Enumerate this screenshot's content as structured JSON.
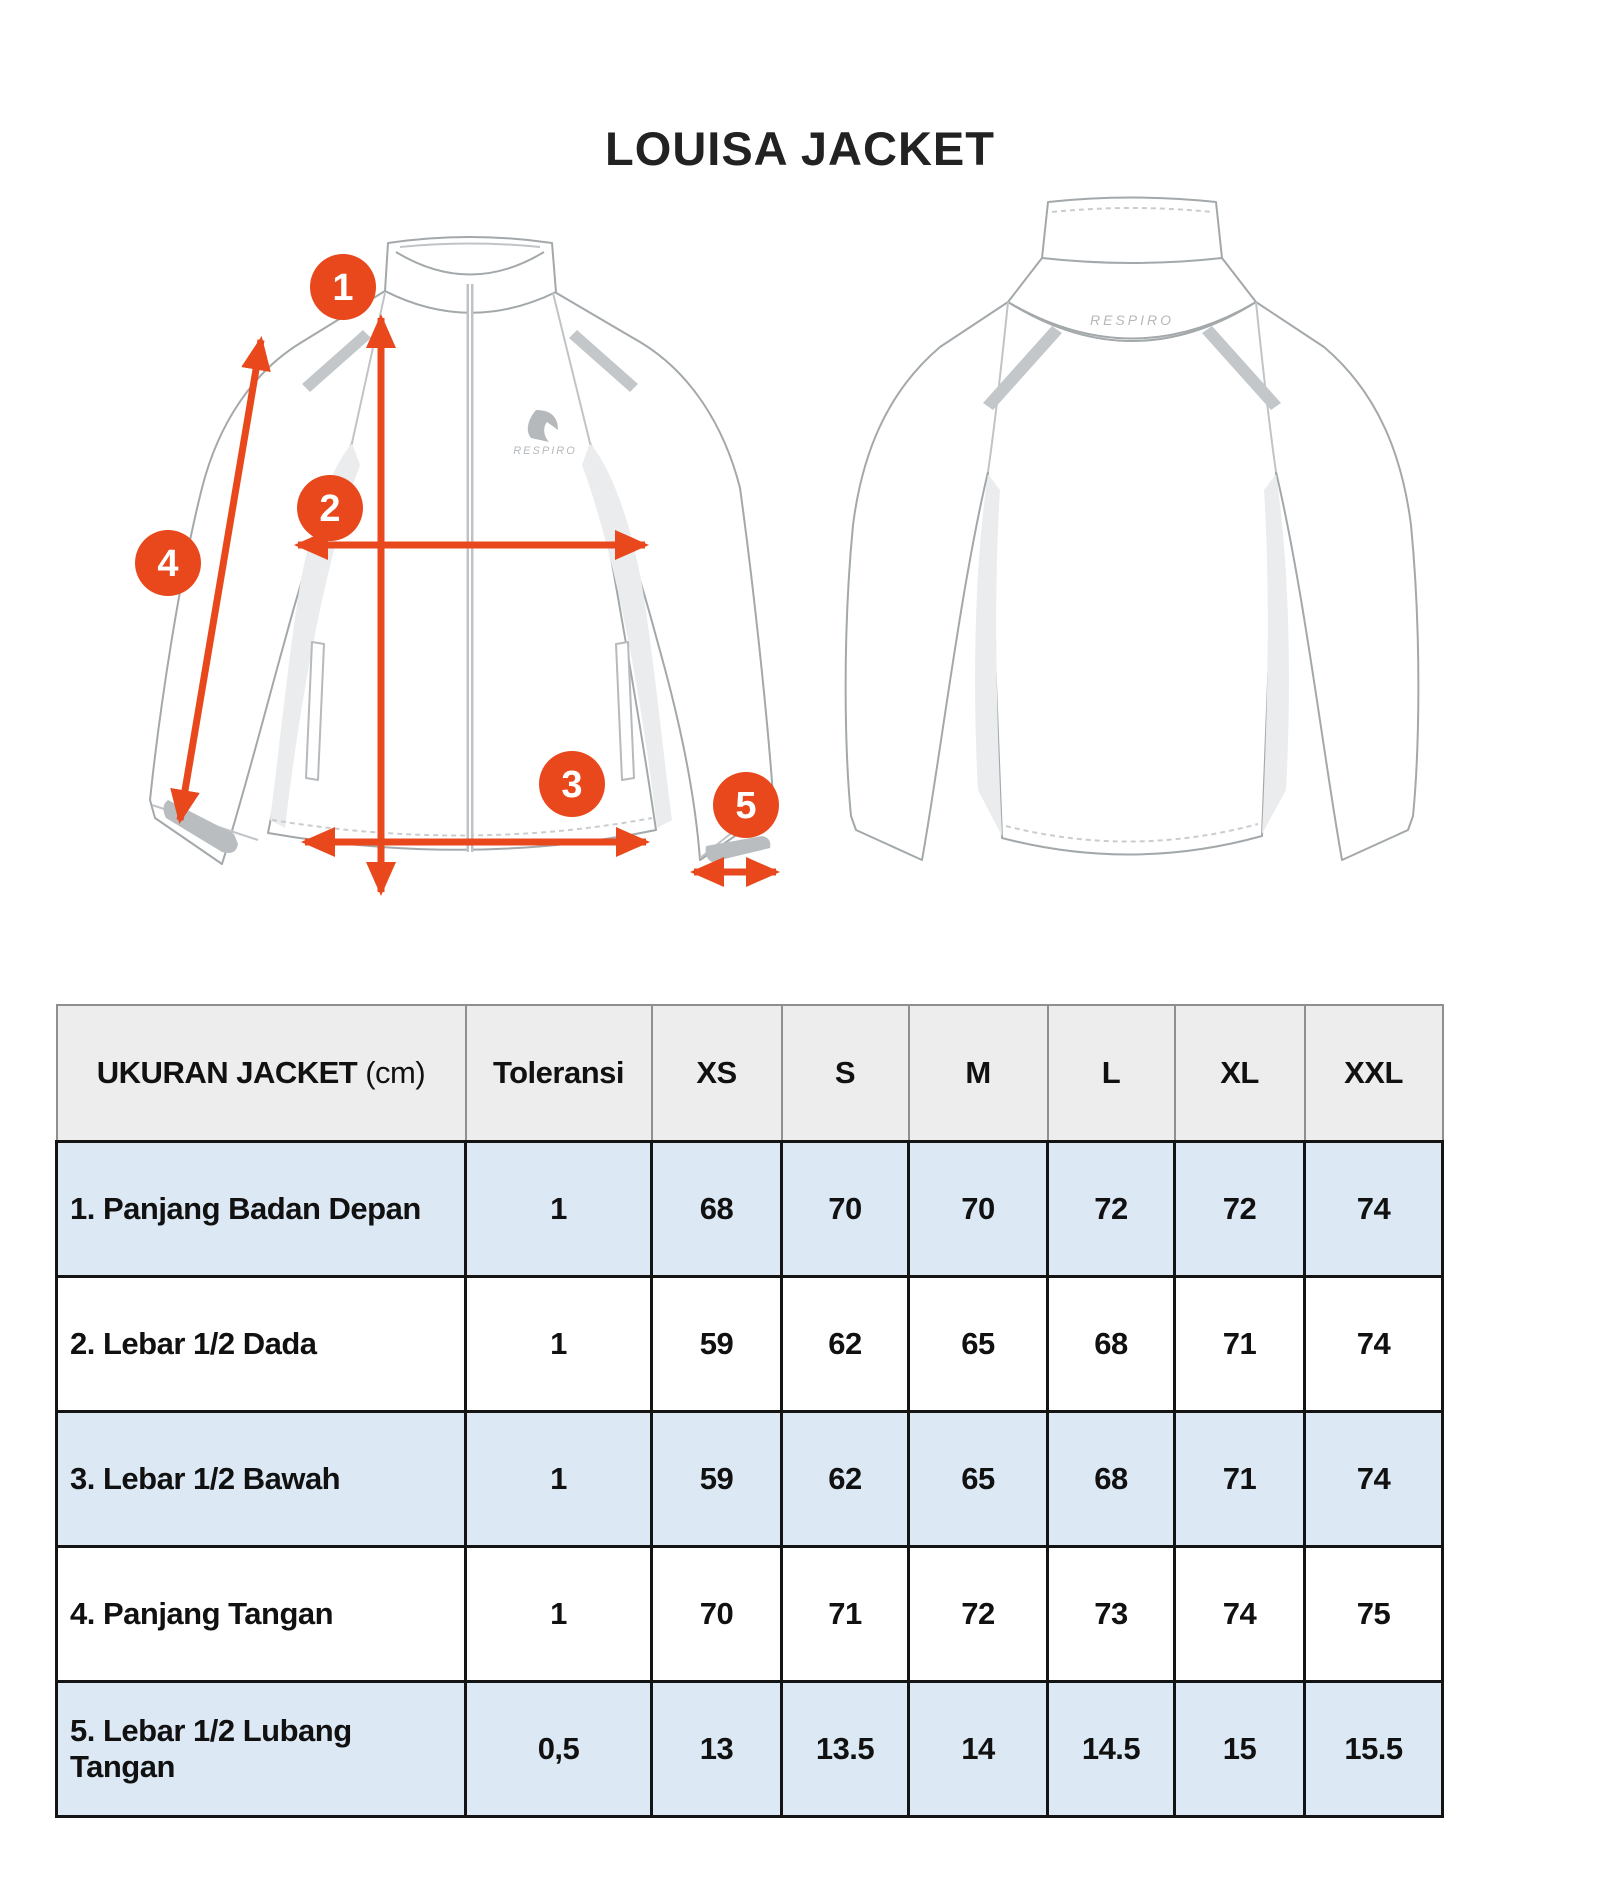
{
  "title": "LOUISA JACKET",
  "brand": "RESPIRO",
  "diagram": {
    "badges": [
      "1",
      "2",
      "3",
      "4",
      "5"
    ]
  },
  "table": {
    "header": {
      "label": "UKURAN JACKET",
      "unit": "(cm)",
      "tolerance": "Toleransi",
      "sizes": [
        "XS",
        "S",
        "M",
        "L",
        "XL",
        "XXL"
      ]
    },
    "rows": [
      {
        "label": "1. Panjang Badan Depan",
        "tolerance": "1",
        "values": [
          "68",
          "70",
          "70",
          "72",
          "72",
          "74"
        ]
      },
      {
        "label": "2. Lebar 1/2 Dada",
        "tolerance": "1",
        "values": [
          "59",
          "62",
          "65",
          "68",
          "71",
          "74"
        ]
      },
      {
        "label": "3. Lebar 1/2 Bawah",
        "tolerance": "1",
        "values": [
          "59",
          "62",
          "65",
          "68",
          "71",
          "74"
        ]
      },
      {
        "label": "4. Panjang Tangan",
        "tolerance": "1",
        "values": [
          "70",
          "71",
          "72",
          "73",
          "74",
          "75"
        ]
      },
      {
        "label": "5. Lebar 1/2 Lubang Tangan",
        "tolerance": "0,5",
        "values": [
          "13",
          "13.5",
          "14",
          "14.5",
          "15",
          "15.5"
        ]
      }
    ]
  },
  "colors": {
    "accent": "#E8481C",
    "row_alt": "#DCE9F4",
    "header_bg": "#EDEDED",
    "line_gray": "#A3A8AB"
  }
}
